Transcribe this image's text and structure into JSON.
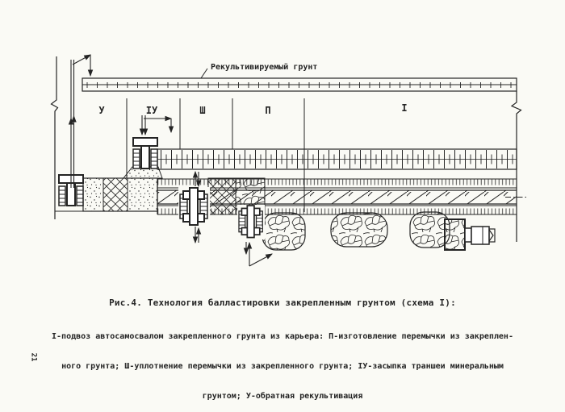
{
  "page": {
    "number": "21"
  },
  "diagram": {
    "top_band_label": "Рекультивируемый грунт",
    "zones": [
      {
        "label": "У"
      },
      {
        "label": "IУ"
      },
      {
        "label": "Ш"
      },
      {
        "label": "П"
      },
      {
        "label": "I"
      }
    ]
  },
  "caption": {
    "title": "Рис.4. Технология балластировки закрепленным грунтом (схема I):",
    "lines": [
      "I-подвоз автосамосвалом закрепленного грунта из карьера: П-изготовление перемычки из закреплен-",
      "ного грунта; Ш-уплотнение перемычки из закрепленного грунта; IУ-засыпка траншеи минеральным",
      "грунтом; У-обратная рекультивация"
    ]
  }
}
